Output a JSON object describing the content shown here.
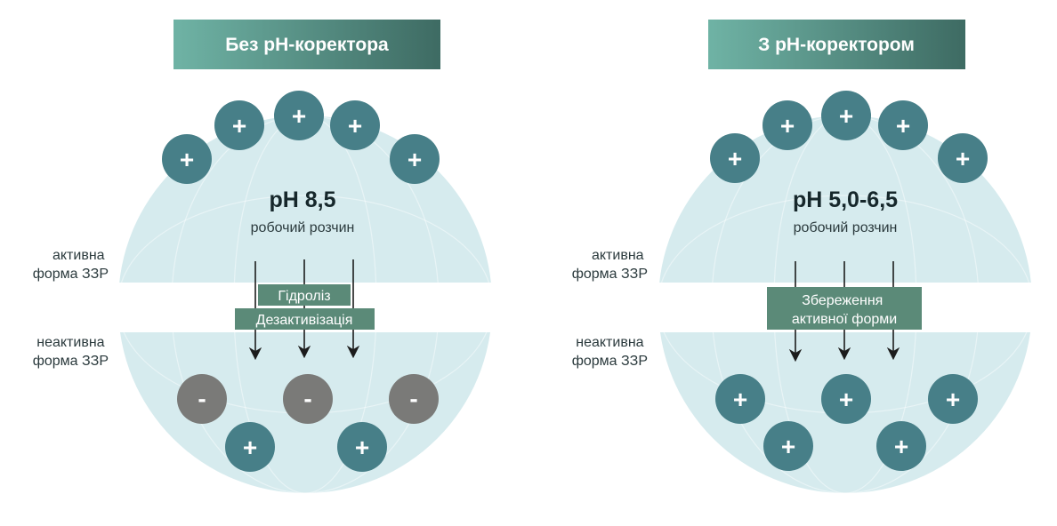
{
  "colors": {
    "header_gradient_start": "#6fb3a5",
    "header_gradient_end": "#3e6b63",
    "sphere_fill": "#d6ebee",
    "positive_ion": "#477f88",
    "negative_ion": "#7a7a78",
    "label_box": "#5b8a78",
    "arrow": "#1c1c1c"
  },
  "left": {
    "header": "Без pH-коректора",
    "ph": "pH 8,5",
    "subtitle": "робочий розчин",
    "active_label": [
      "активна",
      "форма ЗЗР"
    ],
    "inactive_label": [
      "неактивна",
      "форма ЗЗР"
    ],
    "process_labels": [
      "Гідроліз",
      "Дезактивізація"
    ],
    "top_ions": [
      "+",
      "+",
      "+",
      "+",
      "+"
    ],
    "bottom_ions": [
      "-",
      "-",
      "-",
      "+",
      "+"
    ]
  },
  "right": {
    "header": "З pH-коректором",
    "ph": "pH 5,0-6,5",
    "subtitle": "робочий розчин",
    "active_label": [
      "активна",
      "форма ЗЗР"
    ],
    "inactive_label": [
      "неактивна",
      "форма ЗЗР"
    ],
    "process_label": [
      "Збереження",
      "активної форми"
    ],
    "top_ions": [
      "+",
      "+",
      "+",
      "+",
      "+"
    ],
    "bottom_ions": [
      "+",
      "+",
      "+",
      "+",
      "+"
    ]
  },
  "icons": {
    "positive": "plus-icon",
    "negative": "minus-icon",
    "arrow": "arrow-down-icon"
  }
}
